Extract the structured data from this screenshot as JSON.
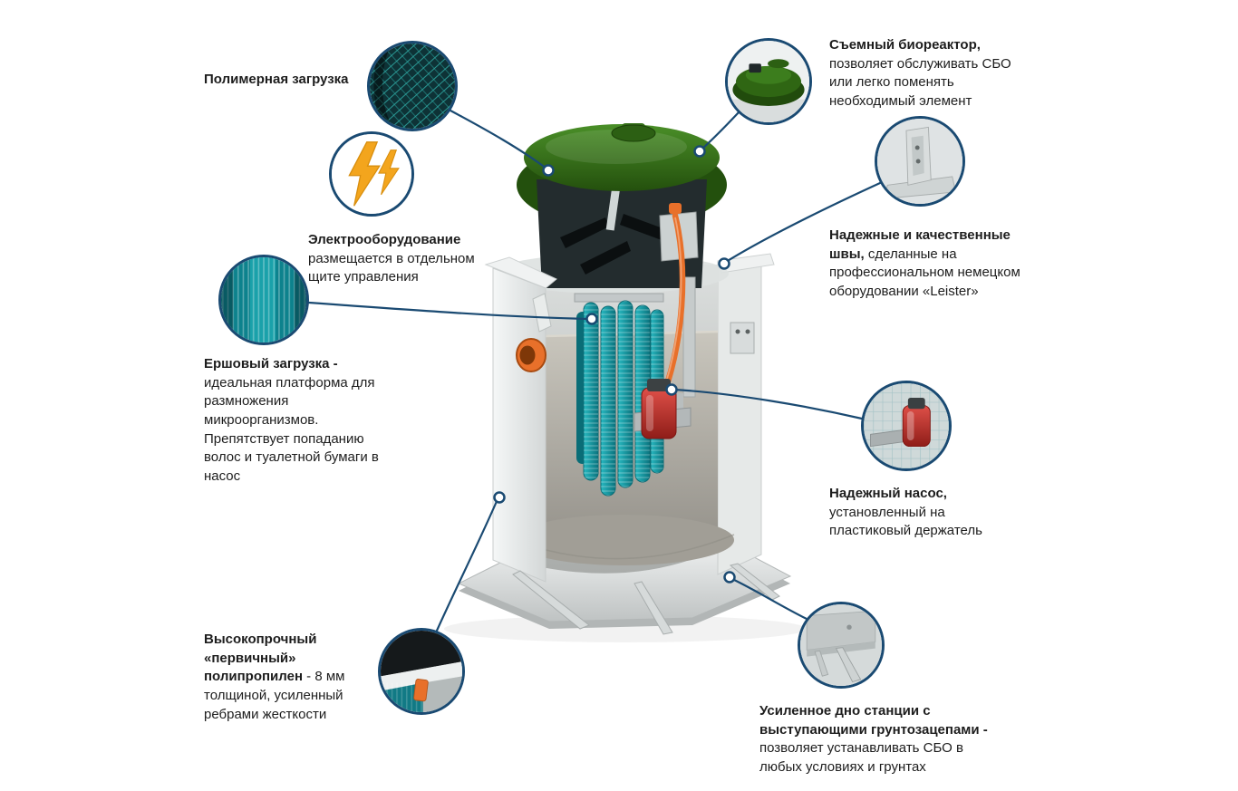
{
  "callouts": {
    "polymer": {
      "title": "Полимерная загрузка",
      "body": ""
    },
    "electro": {
      "title": "Электрооборудование",
      "body": "размещается в отдельном щите управления"
    },
    "ersh": {
      "title": "Ершовый загрузка -",
      "body": "идеальная платформа для размножения микроорганизмов. Препятствует попаданию волос и туалетной бумаги в насос"
    },
    "polyprop": {
      "title": "Высокопрочный «первичный» полипропилен",
      "body": "- 8 мм толщиной, усиленный ребрами жесткости"
    },
    "bioreactor": {
      "title": "Съемный биореактор,",
      "body": "позволяет обслуживать СБО или легко поменять необходимый элемент"
    },
    "seams": {
      "title": "Надежные и качественные швы,",
      "body": "сделанные на профессиональном немецком оборудовании «Leister»"
    },
    "pump": {
      "title": "Надежный насос,",
      "body": "установленный на пластиковый держатель"
    },
    "bottom": {
      "title": "Усиленное дно станции с выступающими грунтозацепами -",
      "body": "позволяет устанавливать СБО в любых условиях и грунтах"
    }
  },
  "icons": {
    "electric_equipment": "lightning-icon",
    "callout_media": [
      "polymer-mesh-image",
      "brush-media-image",
      "wall-cut-image",
      "green-lid-image",
      "seam-bracket-image",
      "red-pump-image",
      "bottom-fins-image"
    ]
  },
  "colors": {
    "accent_blue": "#1a4a72",
    "lid_green": "#2f6b14",
    "media_teal": "#109aa5",
    "pipe_orange": "#e8702a",
    "pump_red": "#c0332c",
    "text": "#1d1d1d",
    "background": "#ffffff"
  }
}
